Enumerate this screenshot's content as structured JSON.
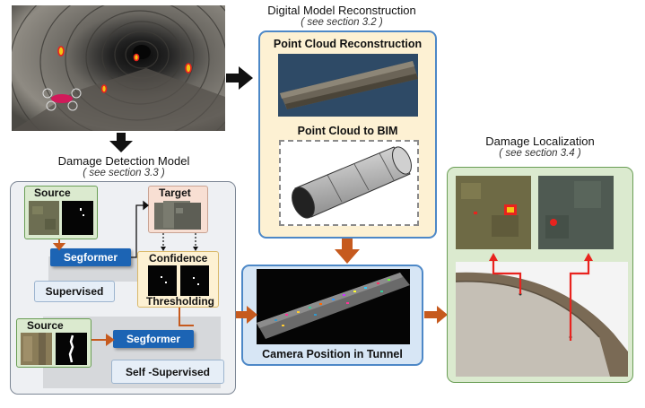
{
  "damage_detection": {
    "title": "Damage Detection Model",
    "subtitle": "( see section 3.3 )",
    "source_label": "Source",
    "target_label": "Target",
    "segformer_label": "Segformer",
    "confidence_label": "Confidence",
    "thresholding_label": "Thresholding",
    "supervised_label": "Supervised",
    "self_supervised_label": "Self -Supervised"
  },
  "digital_model": {
    "title": "Digital Model Reconstruction",
    "subtitle": "( see section 3.2 )",
    "point_cloud_label": "Point Cloud Reconstruction",
    "bim_label": "Point Cloud to BIM"
  },
  "camera_position": {
    "label": "Camera Position in Tunnel"
  },
  "damage_localization": {
    "title": "Damage Localization",
    "subtitle": "( see section 3.4 )"
  },
  "colors": {
    "panel_green_bg": "#dbeacf",
    "panel_green_border": "#6a9e55",
    "panel_yellow_bg": "#fdf1d3",
    "panel_blue_border": "#4d88c7",
    "arrow_orange": "#c65a1e",
    "arrow_black": "#111111",
    "segformer_blue": "#1c64b4",
    "damage_red": "#e8231e"
  }
}
